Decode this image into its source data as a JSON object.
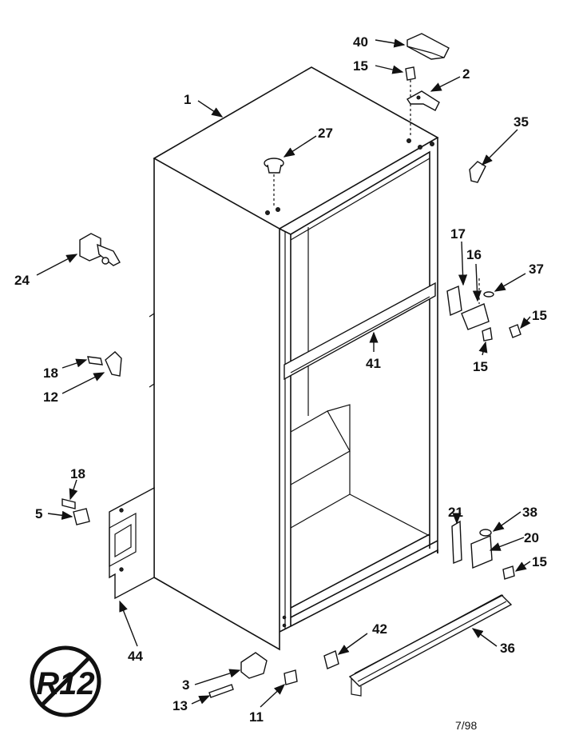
{
  "labels": {
    "p1": "1",
    "p2": "2",
    "p3": "3",
    "p5": "5",
    "p11": "11",
    "p12": "12",
    "p13": "13",
    "p15a": "15",
    "p15b": "15",
    "p15c": "15",
    "p15d": "15",
    "p16": "16",
    "p17": "17",
    "p18a": "18",
    "p18b": "18",
    "p20": "20",
    "p21": "21",
    "p24": "24",
    "p27": "27",
    "p35": "35",
    "p36": "36",
    "p37": "37",
    "p38": "38",
    "p40": "40",
    "p41": "41",
    "p42": "42",
    "p44": "44"
  },
  "badge": {
    "text": "R12"
  },
  "footer": {
    "date": "7/98"
  },
  "icons": {
    "badge": "r12-prohibited-icon"
  }
}
